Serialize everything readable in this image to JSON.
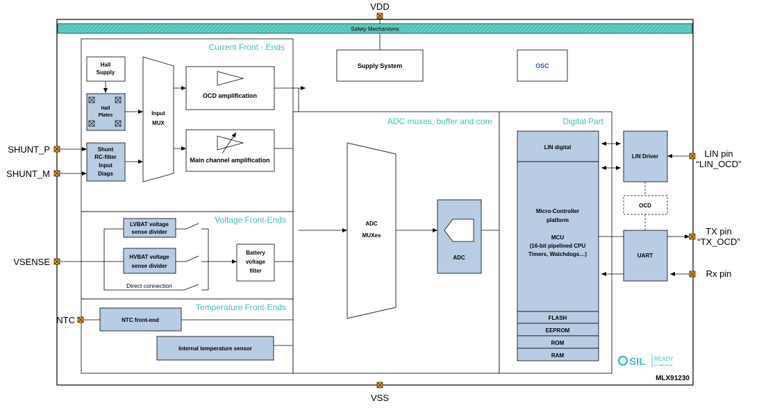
{
  "pins": {
    "vdd": "VDD",
    "vss": "VSS",
    "shunt_p": "SHUNT_P",
    "shunt_m": "SHUNT_M",
    "vsense": "VSENSE",
    "ntc": "NTC",
    "lin_pin": "LIN pin",
    "lin_ocd": "“LIN_OCD”",
    "tx_pin": "TX pin",
    "tx_ocd": "“TX_OCD”",
    "rx_pin": "Rx pin"
  },
  "safety_bar": "Safety Mechanisms",
  "supply_system": "Supply System",
  "osc": "OSC",
  "current_fe": {
    "title": "Current Front - Ends",
    "hall_supply": [
      "Hall",
      "Supply"
    ],
    "hall_plates": [
      "Hall",
      "Plates"
    ],
    "shunt_filter": [
      "Shunt",
      "RC-filter",
      "Input",
      "Diags"
    ],
    "input_mux": [
      "Input",
      "MUX"
    ],
    "ocd_amp": "OCD amplification",
    "main_amp": "Main channel amplification"
  },
  "voltage_fe": {
    "title": "Voltage Front-Ends",
    "lvbat": [
      "LVBAT voltage",
      "sense divider"
    ],
    "hvbat": [
      "HVBAT voltage",
      "sense divider"
    ],
    "direct": "Direct connection",
    "battery_filter": [
      "Battery",
      "voltage",
      "filter"
    ]
  },
  "temp_fe": {
    "title": "Temperature Front-Ends",
    "ntc_fe": "NTC front-end",
    "internal_sensor": "Internal temperature sensor"
  },
  "adc_section": {
    "title": "ADC muxes, buffer and core",
    "muxes": [
      "ADC",
      "MUXes"
    ],
    "adc": "ADC"
  },
  "digital": {
    "title": "Digital Part",
    "lin_digital": "LIN digital",
    "mcu": [
      "Micro-Controller",
      "platform",
      "",
      "MCU",
      "(16-bit pipelined CPU",
      "Timers, Watchdogs…)"
    ],
    "flash": "FLASH",
    "eeprom": "EEPROM",
    "rom": "ROM",
    "ram": "RAM",
    "lin_driver": "LIN Driver",
    "ocd": "OCD",
    "uart": "UART"
  },
  "logo": {
    "brand": "SIL",
    "ready": "READY",
    "by": "BY MELEXIS"
  },
  "part_number": "MLX91230",
  "colors": {
    "block_fill": "#b8cce4",
    "section_title": "#3dbfb8",
    "safety_bar": "#3dbfb8",
    "pin_fill": "#f5a623"
  }
}
